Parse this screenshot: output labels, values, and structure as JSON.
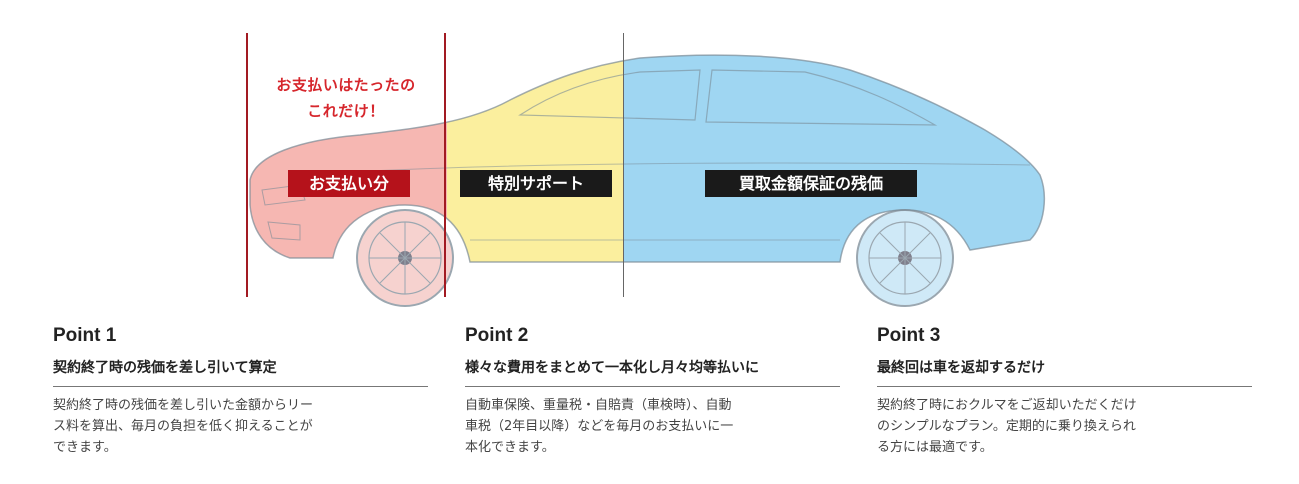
{
  "banner": {
    "tagline_line1": "お支払いはたったの",
    "tagline_line2": "これだけ！",
    "segments": {
      "payment": "お支払い分",
      "support": "特別サポート",
      "residual": "買取金額保証の残価"
    },
    "colors": {
      "payment": "#f6b7b2",
      "support": "#fbef9e",
      "residual": "#9fd6f2",
      "accent_red": "#b5121b"
    }
  },
  "points": [
    {
      "title": "Point 1",
      "subtitle": "契約終了時の残価を差し引いて算定",
      "body": "契約終了時の残価を差し引いた金額からリー\nス料を算出、毎月の負担を低く抑えることが\nできます。"
    },
    {
      "title": "Point 2",
      "subtitle": "様々な費用をまとめて一本化し月々均等払いに",
      "body": "自動車保険、重量税・自賠責（車検時）、自動\n車税（2年目以降）などを毎月のお支払いに一\n本化できます。"
    },
    {
      "title": "Point 3",
      "subtitle": "最終回は車を返却するだけ",
      "body": "契約終了時におクルマをご返却いただくだけ\nのシンプルなプラン。定期的に乗り換えられ\nる方には最適です。"
    }
  ]
}
